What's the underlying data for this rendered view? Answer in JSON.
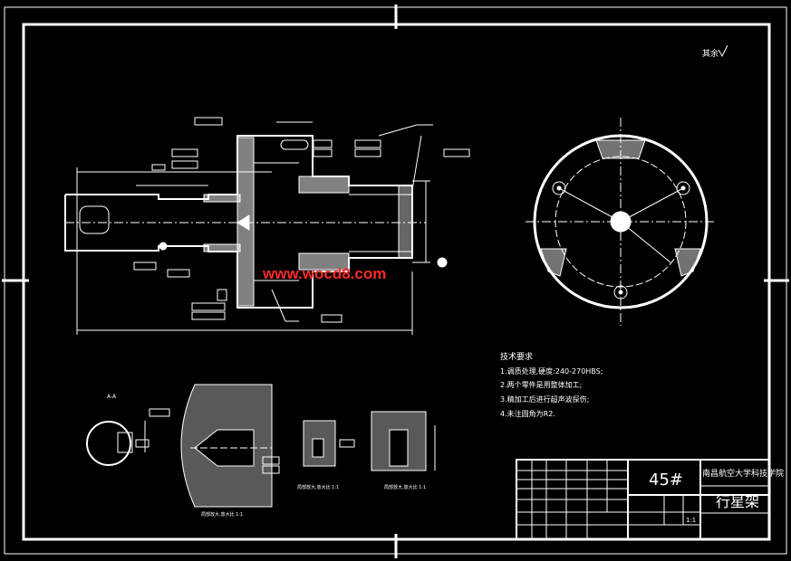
{
  "drawing": {
    "watermark": "www.wocd8.com",
    "roughness_note": "其余 ",
    "technical_requirements": {
      "heading": "技术要求",
      "items": [
        "1.调质处理,硬度:240-270HBS;",
        "2.两个零件是用整体加工;",
        "3.精加工后进行超声波探伤;",
        "4.未注圆角为R2."
      ]
    },
    "title_block": {
      "material": "45#",
      "school": "南昌航空大学科技学院",
      "part_name": "行星架",
      "scale": "1:1"
    },
    "detail_labels": [
      "局部放大,放大比 1:1",
      "局部放大,放大比 1:1",
      "局部放大,放大比 1:1"
    ],
    "section_label": "A-A"
  },
  "colors": {
    "background": "#000000",
    "lines": "#ffffff",
    "accent": "#ff2a2a"
  }
}
